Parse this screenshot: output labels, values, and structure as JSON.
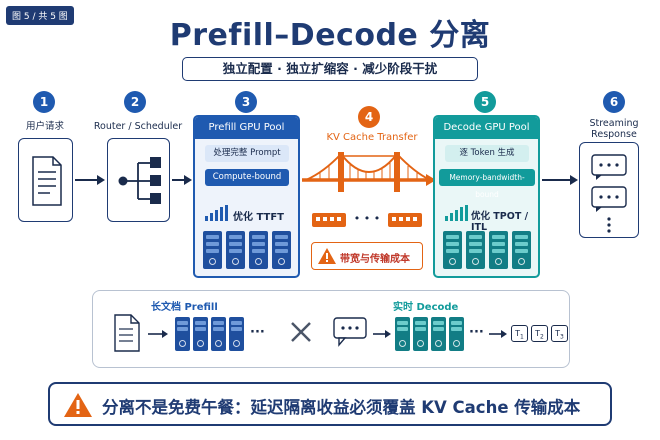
{
  "page_badge": "图 5 / 共 5 图",
  "title": "Prefill–Decode 分离",
  "subtitle": "独立配置 · 独立扩缩容 · 减少阶段干扰",
  "steps": [
    {
      "num": "1",
      "label": "用户请求"
    },
    {
      "num": "2",
      "label": "Router / Scheduler"
    },
    {
      "num": "3"
    },
    {
      "num": "4"
    },
    {
      "num": "5"
    },
    {
      "num": "6",
      "label_line1": "Streaming",
      "label_line2": "Response"
    }
  ],
  "prefill_pool": {
    "title": "Prefill GPU Pool",
    "tag1": "处理完整 Prompt",
    "tag2": "Compute-bound",
    "optimize": "优化 TTFT"
  },
  "kv_transfer": {
    "title": "KV Cache Transfer",
    "dots": "• • •",
    "warning": "带宽与传输成本"
  },
  "decode_pool": {
    "title": "Decode GPU Pool",
    "tag1": "逐 Token 生成",
    "tag2": "Memory-bandwidth-bound",
    "optimize": "优化 TPOT / ITL"
  },
  "bottom_panel": {
    "left_label": "长文档 Prefill",
    "right_label": "实时 Decode",
    "left_ellipsis": "···",
    "right_ellipsis": "···",
    "bubble_dots": "• • •",
    "tokens": [
      {
        "t": "T",
        "sub": "1"
      },
      {
        "t": "T",
        "sub": "2"
      },
      {
        "t": "T",
        "sub": "3"
      }
    ]
  },
  "banner": "分离不是免费午餐：延迟隔离收益必须覆盖 KV Cache 传输成本",
  "colors": {
    "navy": "#1f3b73",
    "blue": "#1f5ab0",
    "teal": "#129b9b",
    "orange": "#e36414"
  }
}
